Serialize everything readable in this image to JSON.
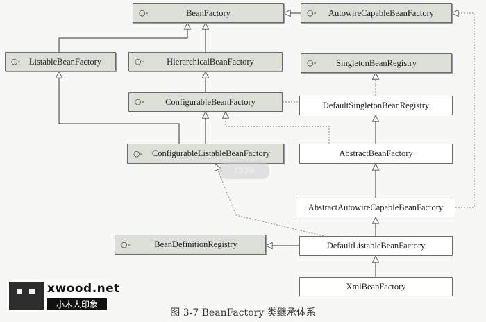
{
  "nodes": {
    "bean_factory": "BeanFactory",
    "autowire_capable_bean_factory": "AutowireCapableBeanFactory",
    "listable_bean_factory": "ListableBeanFactory",
    "hierarchical_bean_factory": "HierarchicalBeanFactory",
    "singleton_bean_registry": "SingletonBeanRegistry",
    "configurable_bean_factory": "ConfigurableBeanFactory",
    "default_singleton_bean_registry": "DefaultSingletonBeanRegistry",
    "configurable_listable_bean_factory": "ConfigurableListableBeanFactory",
    "abstract_bean_factory": "AbstractBeanFactory",
    "abstract_autowire_capable_bean_factory": "AbstractAutowireCapableBeanFactory",
    "bean_definition_registry": "BeanDefinitionRegistry",
    "default_listable_bean_factory": "DefaultListableBeanFactory",
    "xml_bean_factory": "XmlBeanFactory"
  },
  "interface_icon": "interface-key-icon",
  "zoom_badge": "130%",
  "watermark": {
    "brand_line1": "xwood.net",
    "brand_line2": "小木人印象"
  },
  "caption": "图 3-7    BeanFactory 类继承体系",
  "colors": {
    "interface_fill": "#dcdfd8",
    "class_fill": "#ffffff",
    "border": "#6b6b6b"
  }
}
